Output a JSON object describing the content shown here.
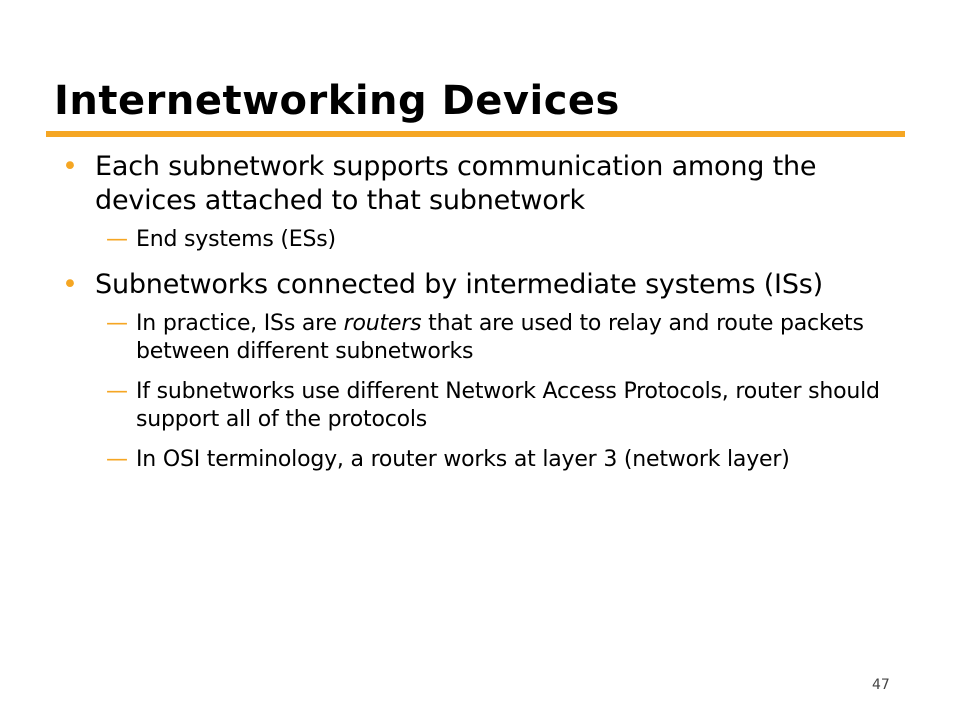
{
  "slide": {
    "title": "Internetworking Devices",
    "page_number": "47",
    "accent_color": "#f5a623",
    "bullets": [
      {
        "text": "Each subnetwork supports communication among the devices attached to that subnetwork",
        "subs": [
          {
            "text": "End systems (ESs)"
          }
        ]
      },
      {
        "text": "Subnetworks connected by intermediate systems (ISs)",
        "subs": [
          {
            "before": "In practice, ISs are ",
            "emphasis": "routers",
            "after": " that are used to relay and route packets between different subnetworks"
          },
          {
            "text": "If subnetworks use different Network Access Protocols, router should support all of the protocols"
          },
          {
            "text": "In OSI terminology,  a router works at layer 3 (network layer)"
          }
        ]
      }
    ]
  }
}
